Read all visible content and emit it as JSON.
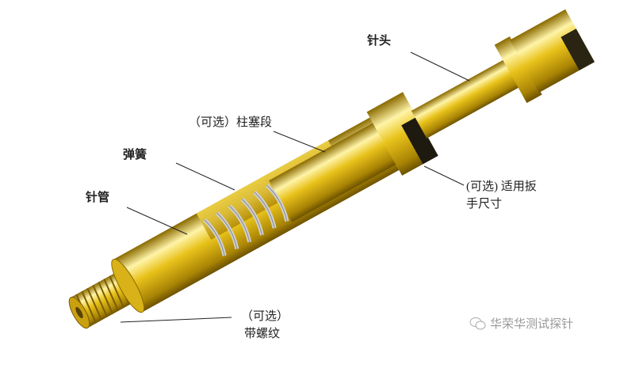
{
  "labels": {
    "tip": "针头",
    "plunger": "（可选）柱塞段",
    "spring": "弹簧",
    "barrel": "针管",
    "wrench_line1": "(可选) 适用扳",
    "wrench_line2": "手尺寸",
    "thread_line1": "（可选）",
    "thread_line2": "带螺纹"
  },
  "watermark": {
    "icon": "wechat-icon",
    "text": "华荣华测试探针"
  },
  "colors": {
    "gold": "#e8c21a",
    "gold_dark": "#9a7a05",
    "gold_light": "#fff3a0",
    "spring": "#cfcfcf"
  }
}
